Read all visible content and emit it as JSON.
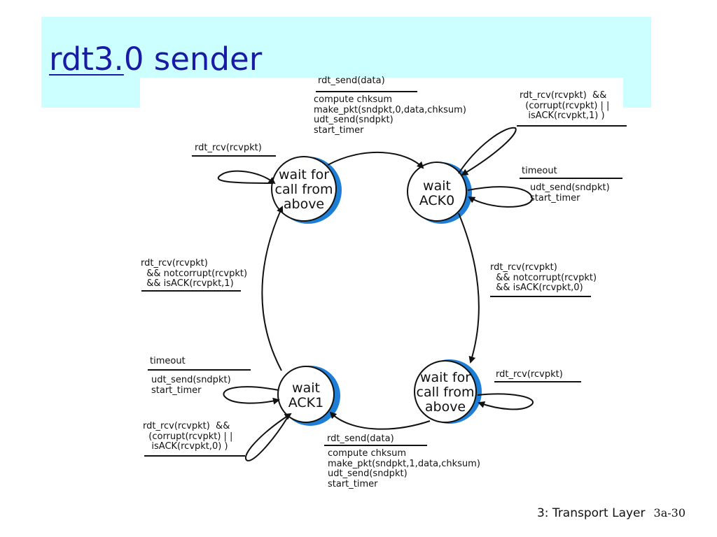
{
  "title": {
    "underlined": "rdt3.",
    "rest": "0 sender"
  },
  "states": {
    "wait_call0": "wait for\ncall from\nabove",
    "wait_ack0": "wait\nACK0",
    "wait_call1": "wait for\ncall from\nabove",
    "wait_ack1": "wait\nACK1"
  },
  "labels": {
    "send0_event": "rdt_send(data)",
    "send0_actions": "compute chksum\nmake_pkt(sndpkt,0,data,chksum)\nudt_send(sndpkt)\nstart_timer",
    "ack0_corrupt_event": "rdt_rcv(rcvpkt)  &&\n  (corrupt(rcvpkt) | |\n   isACK(rcvpkt,1) )",
    "ack0_timeout_event": "timeout",
    "ack0_timeout_actions": "udt_send(sndpkt)\nstart_timer",
    "call0_rcv_event": "rdt_rcv(rcvpkt)",
    "ack1_to_call0_event": "rdt_rcv(rcvpkt)\n  && notcorrupt(rcvpkt)\n  && isACK(rcvpkt,1)",
    "ack0_to_call1_event": "rdt_rcv(rcvpkt)\n  && notcorrupt(rcvpkt)\n  && isACK(rcvpkt,0)",
    "ack1_timeout_event": "timeout",
    "ack1_timeout_actions": "udt_send(sndpkt)\nstart_timer",
    "call1_rcv_event": "rdt_rcv(rcvpkt)",
    "ack1_corrupt_event": "rdt_rcv(rcvpkt)  &&\n  (corrupt(rcvpkt) | |\n   isACK(rcvpkt,0) )",
    "send1_event": "rdt_send(data)",
    "send1_actions": "compute chksum\nmake_pkt(sndpkt,1,data,chksum)\nudt_send(sndpkt)\nstart_timer"
  },
  "footer": {
    "section": "3: Transport Layer",
    "page": "3a-30"
  },
  "colors": {
    "title_band": "#ccffff",
    "title_text": "#1a1aa6",
    "state_shadow": "#1f7fd6"
  }
}
